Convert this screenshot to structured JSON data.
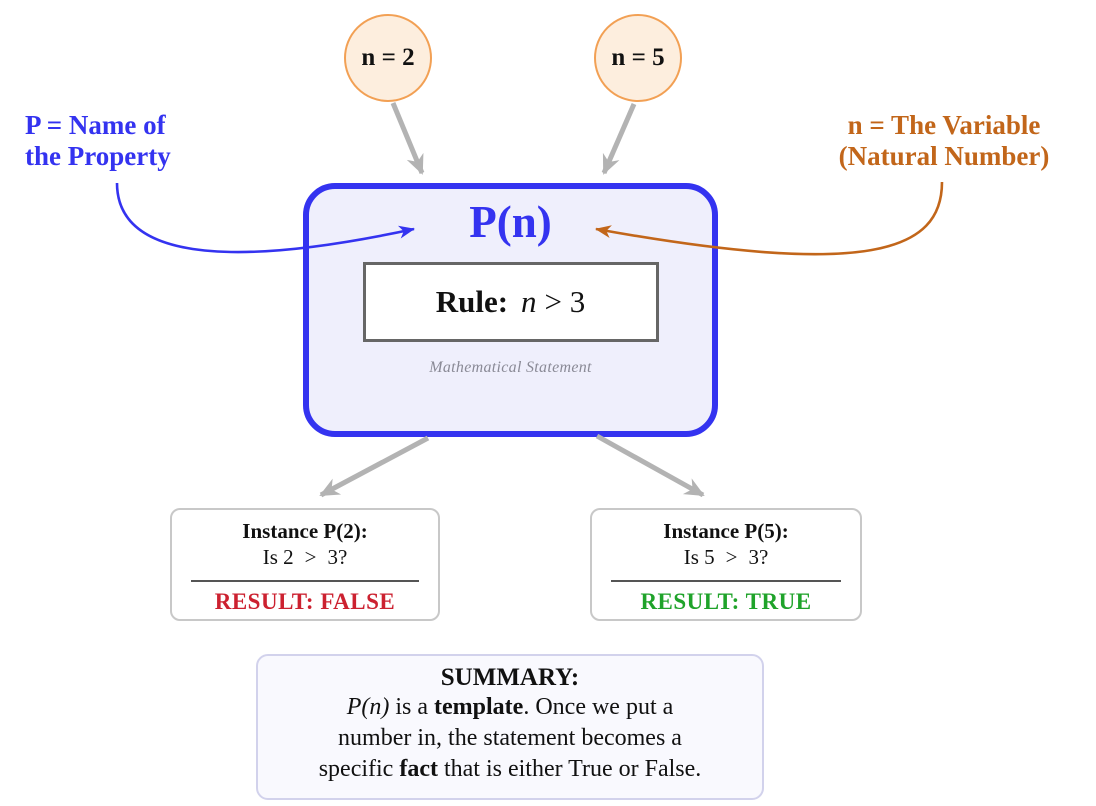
{
  "figure": {
    "inputs": [
      {
        "label": "n = 2"
      },
      {
        "label": "n = 5"
      }
    ],
    "property_label": {
      "line1": "P = Name of",
      "line2": "the Property"
    },
    "variable_label": {
      "line1": "n = The Variable",
      "line2": "(Natural Number)"
    },
    "predicate": {
      "name": "P(n)",
      "rule_label": "Rule:",
      "rule_var": "n",
      "rule_relation": "> 3",
      "caption": "Mathematical Statement"
    },
    "instances": [
      {
        "title": "Instance P(2):",
        "question_prefix": "Is 2",
        "operator": ">",
        "question_suffix": "3?",
        "result": "RESULT: FALSE",
        "result_color": "#cc2130"
      },
      {
        "title": "Instance P(5):",
        "question_prefix": "Is 5",
        "operator": ">",
        "question_suffix": "3?",
        "result": "RESULT: TRUE",
        "result_color": "#1fa32a"
      }
    ],
    "summary": {
      "title": "SUMMARY:",
      "lines": [
        [
          {
            "t": "P(n)",
            "s": "i"
          },
          {
            "t": " is a ",
            "s": "n"
          },
          {
            "t": "template",
            "s": "b"
          },
          {
            "t": ".  Once we put a",
            "s": "n"
          }
        ],
        [
          {
            "t": "number in, the statement becomes a",
            "s": "n"
          }
        ],
        [
          {
            "t": "specific ",
            "s": "n"
          },
          {
            "t": "fact",
            "s": "b"
          },
          {
            "t": " that is either True or False.",
            "s": "n"
          }
        ]
      ]
    },
    "colors": {
      "accent_blue": "#3433f0",
      "accent_orange": "#c2661a",
      "circle_border": "#f2a054",
      "circle_fill": "#fdeede",
      "panel_fill": "#efeffc",
      "arrow_gray": "#b3b3b3",
      "false_red": "#cc2130",
      "true_green": "#1fa32a"
    }
  }
}
